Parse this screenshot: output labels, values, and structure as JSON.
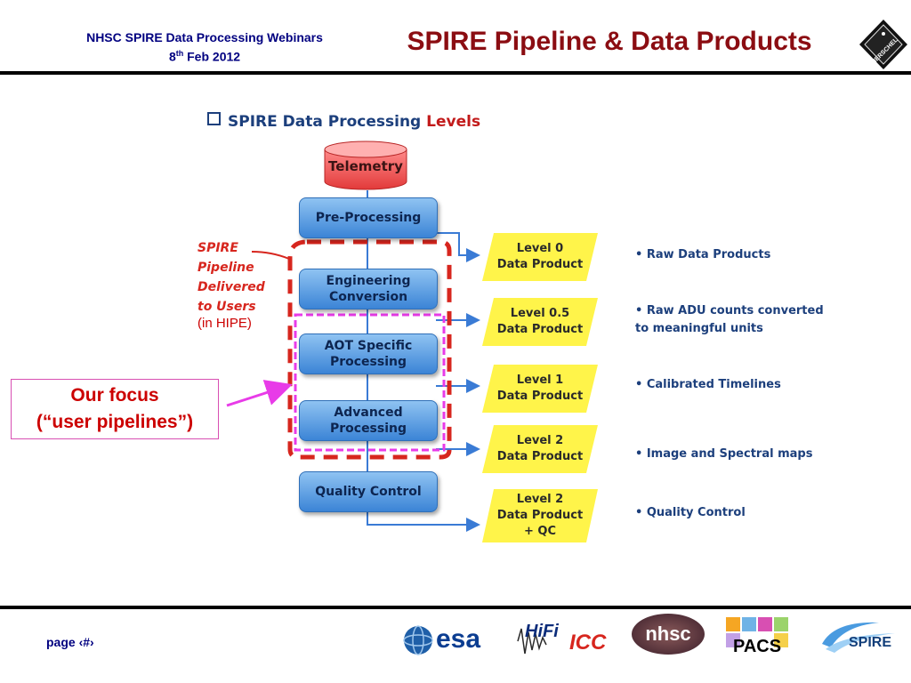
{
  "header": {
    "webinar_title": "NHSC SPIRE Data Processing Webinars",
    "date_prefix": "8",
    "date_sup": "th",
    "date_suffix": " Feb 2012",
    "slide_title": "SPIRE Pipeline & Data Products"
  },
  "diagram": {
    "section_title_main": "SPIRE Data Processing",
    "section_title_accent": "Levels",
    "telemetry": "Telemetry",
    "processing_steps": [
      "Pre-Processing",
      "Engineering\nConversion",
      "AOT Specific\nProcessing",
      "Advanced\nProcessing",
      "Quality Control"
    ],
    "data_products": [
      "Level 0\nData Product",
      "Level 0.5\nData Product",
      "Level 1\nData Product",
      "Level 2\nData Product",
      "Level 2\nData Product\n+ QC"
    ],
    "descriptions": [
      "• Raw Data Products",
      "• Raw ADU counts converted\nto meaningful units",
      "• Calibrated Timelines",
      "• Image and Spectral maps",
      "• Quality Control"
    ],
    "pipeline_note": "SPIRE\nPipeline\nDelivered\nto Users",
    "hipe_note": "(in HIPE)",
    "focus_note": "Our focus\n(“user pipelines”)",
    "colors": {
      "red_dash": "#d7261e",
      "magenta_dash": "#e83be8",
      "arrow_blue": "#3a7bd5",
      "product_yellow": "#fff44a"
    }
  },
  "footer": {
    "page_label": "page ‹#›",
    "logos": [
      "esa",
      "HiFi",
      "ICC",
      "nhsc",
      "PACS",
      "SPIRE"
    ]
  },
  "icons": {
    "herschel_logo": "herschel-diamond-logo"
  }
}
